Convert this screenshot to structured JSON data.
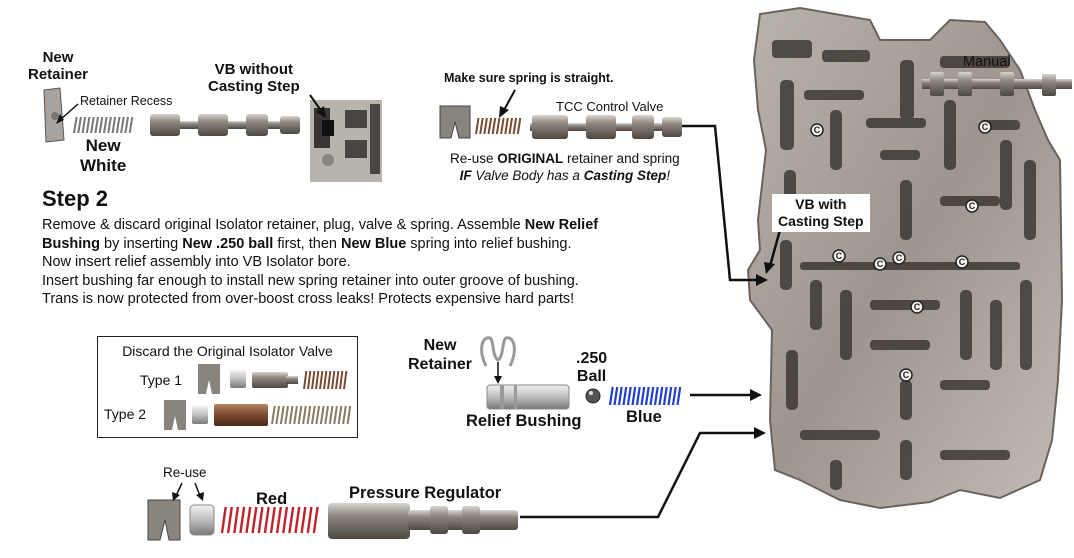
{
  "labels": {
    "new_retainer_top": [
      "New",
      "Retainer"
    ],
    "retainer_recess": "Retainer Recess",
    "new_white": [
      "New",
      "White"
    ],
    "vb_without_casting_step": [
      "VB without",
      "Casting Step"
    ],
    "make_sure_spring": "Make sure spring is straight.",
    "tcc_control_valve": "TCC Control Valve",
    "reuse_line1_pre": "Re-use ",
    "reuse_line1_bold": "ORIGINAL",
    "reuse_line1_post": " retainer and spring",
    "reuse_line2_if": "IF",
    "reuse_line2_mid": " Valve Body has a ",
    "reuse_line2_bold": "Casting Step",
    "reuse_line2_end": "!",
    "manual": "Manual",
    "vb_with_casting_step": [
      "VB with",
      "Casting Step"
    ],
    "new_retainer_mid": [
      "New",
      "Retainer"
    ],
    "ball_250": [
      ".250",
      "Ball"
    ],
    "relief_bushing": "Relief Bushing",
    "blue": "Blue",
    "reuse": "Re-use",
    "red": "Red",
    "pressure_regulator": "Pressure Regulator",
    "casting_mark": "C"
  },
  "step": {
    "title": "Step 2",
    "line1_a": "Remove & discard original Isolator retainer, plug, valve & spring.  Assemble ",
    "line1_b": "New Relief",
    "line2_a": "Bushing",
    "line2_b": " by inserting ",
    "line2_c": "New .250 ball",
    "line2_d": " first, then ",
    "line2_e": "New Blue",
    "line2_f": " spring into relief bushing.",
    "line3": "Now insert relief assembly into VB Isolator bore.",
    "line4": "Insert bushing far enough to install new spring retainer into outer groove of bushing.",
    "line5": "Trans is now protected from over-boost cross leaks! Protects expensive hard parts!"
  },
  "discard_box": {
    "title": "Discard the Original Isolator Valve",
    "type1": "Type 1",
    "type2": "Type 2"
  },
  "colors": {
    "metal_dark": "#6f6a66",
    "metal_light": "#c9c5c1",
    "spring_blue": "#1f3fd0",
    "spring_red": "#c0232a",
    "spring_gray": "#8a8480",
    "brass": "#8a5a3a"
  }
}
